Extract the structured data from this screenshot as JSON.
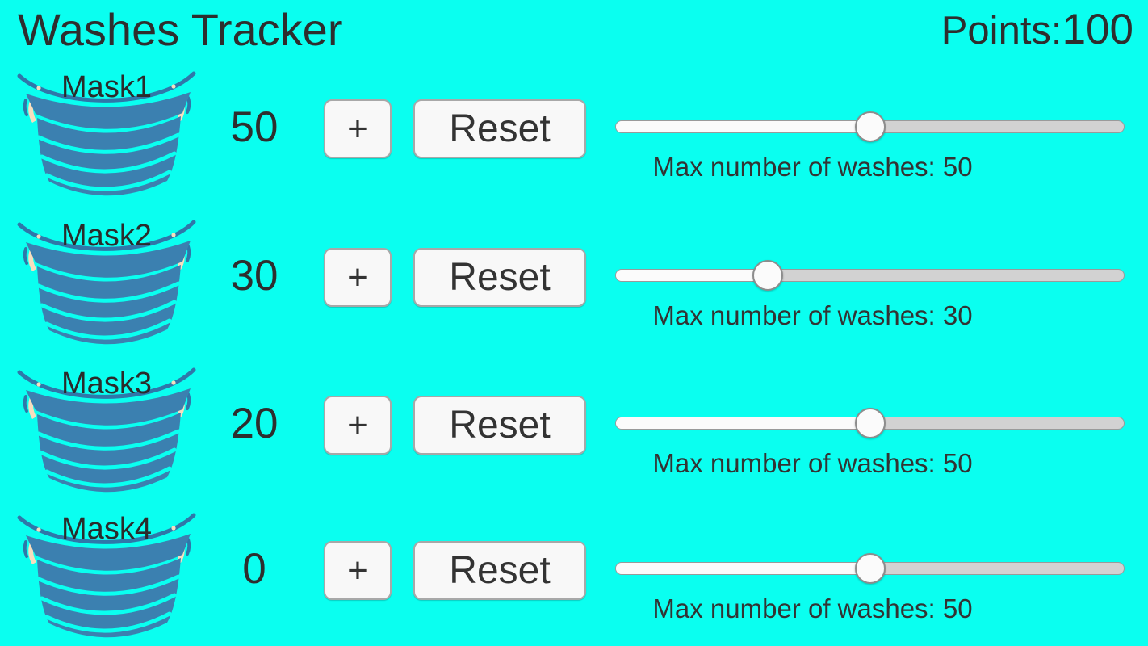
{
  "app": {
    "title": "Washes Tracker",
    "points_label": "Points:",
    "points_value": "100"
  },
  "controls": {
    "plus_label": "+",
    "reset_label": "Reset"
  },
  "colors": {
    "background": "#0AFFF0",
    "mask_blue": "#3B80B0",
    "button_face": "#F8F8F8",
    "slider_fill": "#FBFBFB",
    "slider_track": "#D2D2D2",
    "text_dark": "#2E2E2E"
  },
  "masks": [
    {
      "label": "Mask1",
      "count": "50",
      "max_washes": 50,
      "max_label": "Max number of washes: 50"
    },
    {
      "label": "Mask2",
      "count": "30",
      "max_washes": 30,
      "max_label": "Max number of washes: 30"
    },
    {
      "label": "Mask3",
      "count": "20",
      "max_washes": 50,
      "max_label": "Max number of washes: 50"
    },
    {
      "label": "Mask4",
      "count": "0",
      "max_washes": 50,
      "max_label": "Max number of washes: 50"
    }
  ]
}
